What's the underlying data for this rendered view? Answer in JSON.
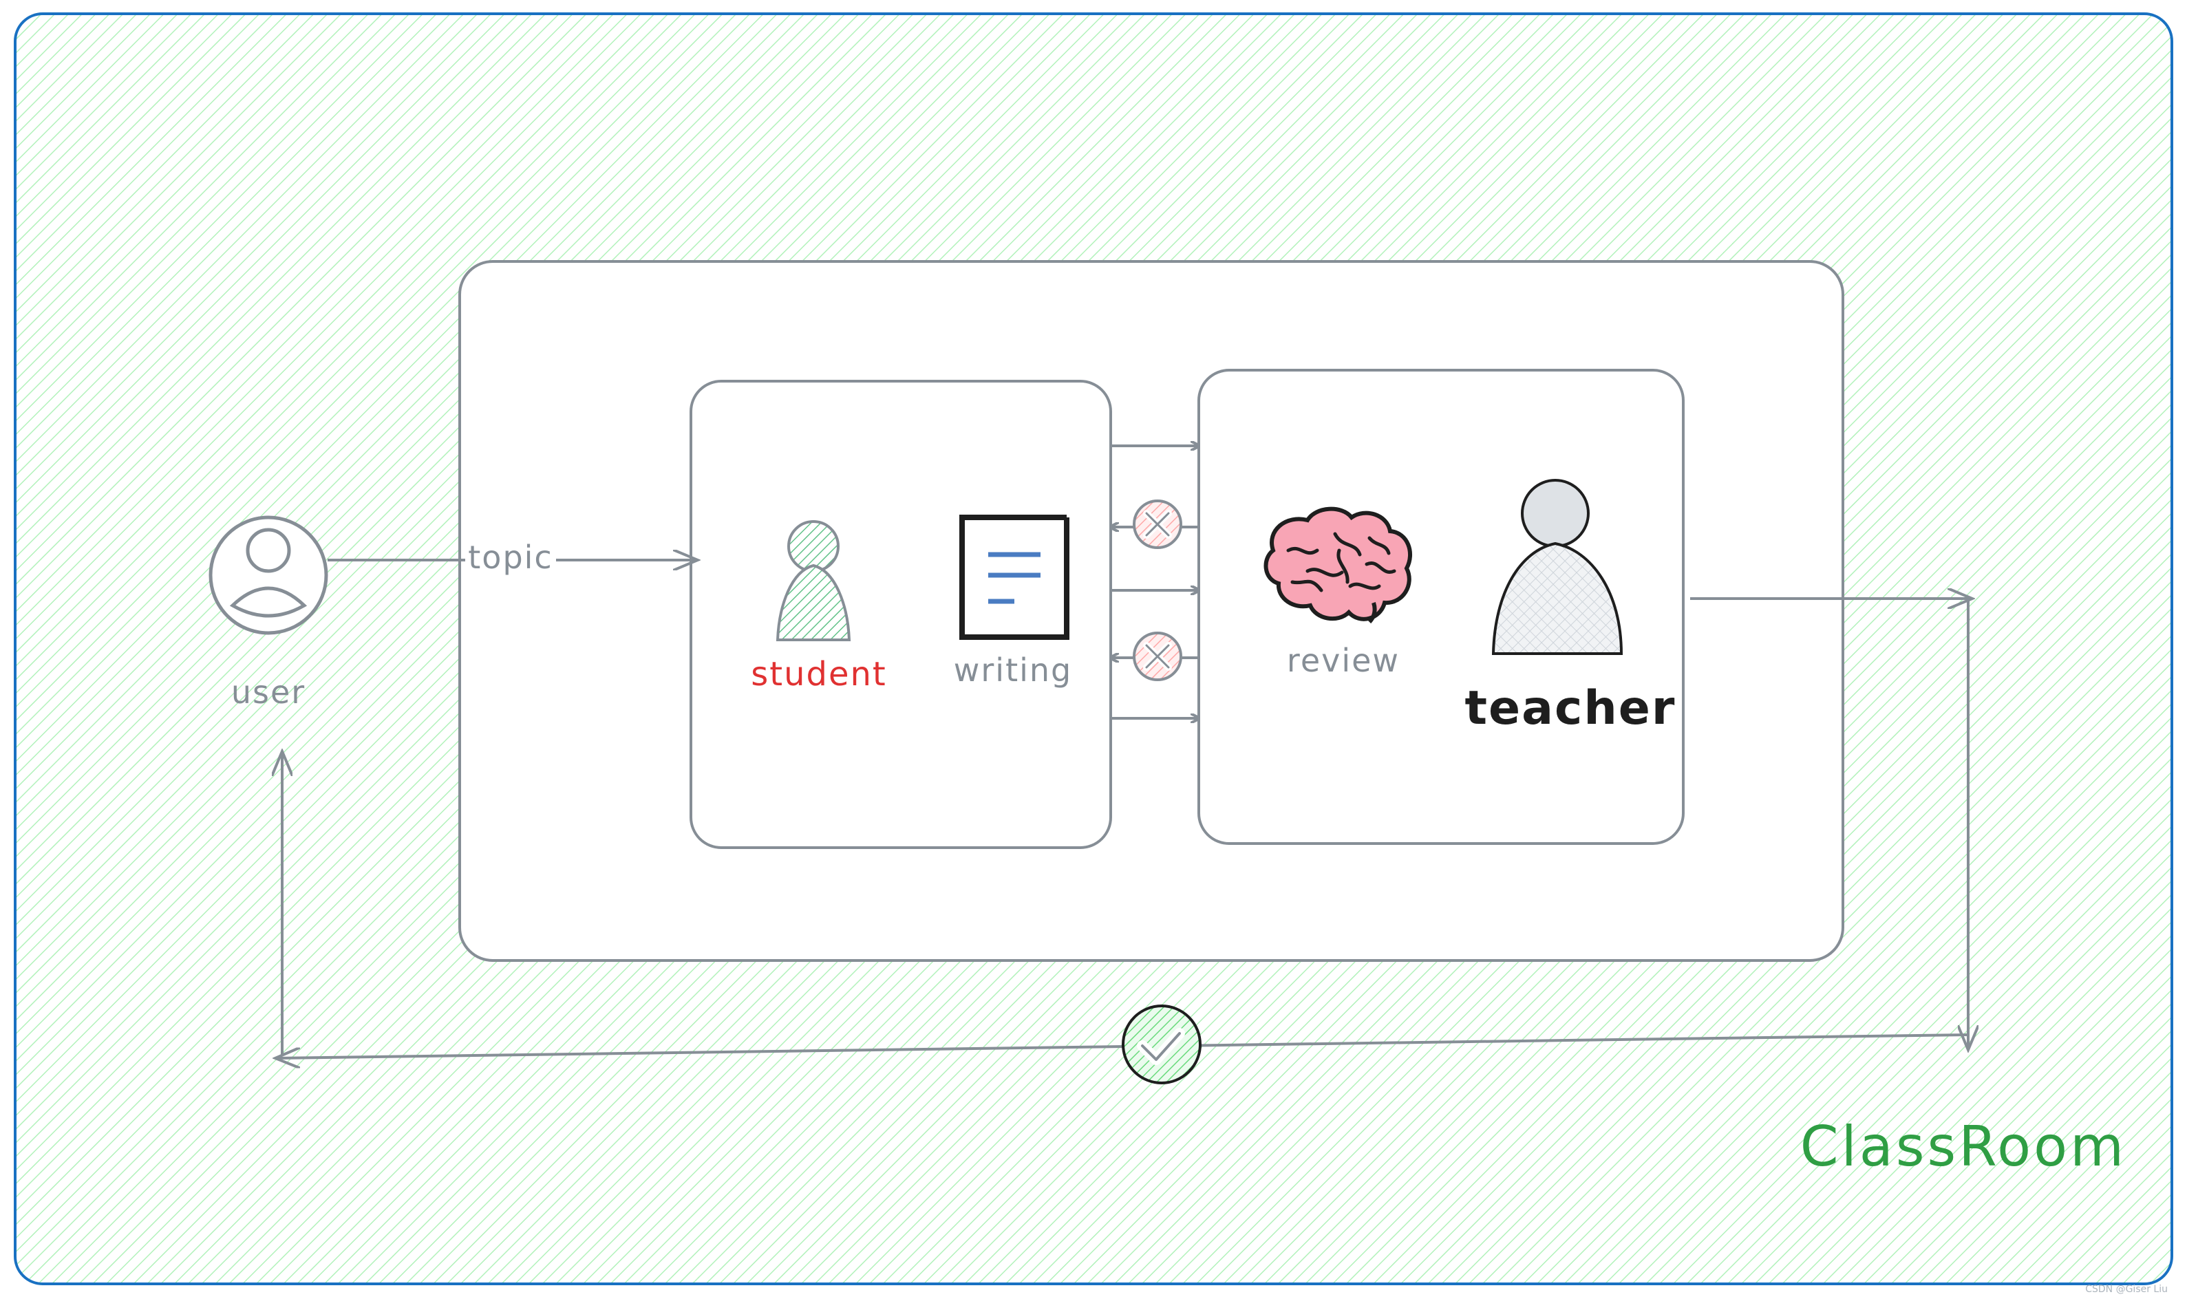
{
  "diagram": {
    "frame_label": "ClassRoom",
    "user_label": "user",
    "topic_label": "topic",
    "student_label": "student",
    "writing_label": "writing",
    "review_label": "review",
    "teacher_label": "teacher",
    "watermark": "CSDN @Giser Liu"
  },
  "colors": {
    "frame_border": "#1971c2",
    "hatch": "#b2f2bb",
    "frame_label": "#2f9e44",
    "box_stroke": "#868e96",
    "student_label": "#e03131",
    "student_fill": "#b2f2bb",
    "doc_lines": "#4a7cc2",
    "brain": "#f8a5b5",
    "reject_fill": "#ffc9c9",
    "accept_fill": "#b2f2bb",
    "teacher_fill": "#dee2e6"
  },
  "icons": {
    "user": "user-avatar-icon",
    "student": "student-person-icon",
    "writing": "document-icon",
    "review": "brain-icon",
    "teacher": "teacher-person-icon",
    "reject": "x-circle-icon",
    "accept": "check-circle-icon"
  }
}
